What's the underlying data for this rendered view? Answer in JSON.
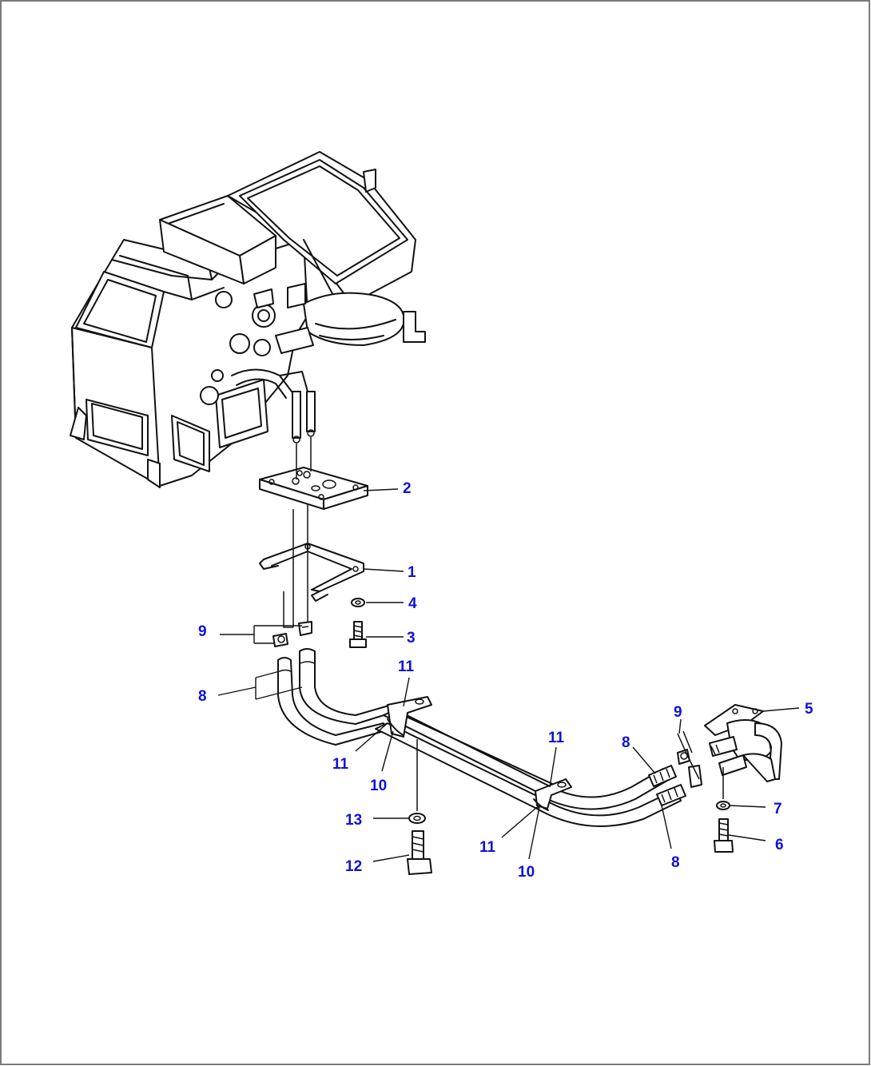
{
  "callouts": {
    "c1": "1",
    "c2": "2",
    "c3": "3",
    "c4": "4",
    "c5": "5",
    "c6": "6",
    "c7": "7",
    "c8a": "8",
    "c8b": "8",
    "c8c": "8",
    "c9a": "9",
    "c9b": "9",
    "c10a": "10",
    "c10b": "10",
    "c11a": "11",
    "c11b": "11",
    "c11c": "11",
    "c11d": "11",
    "c12": "12",
    "c13": "13"
  },
  "colors": {
    "callout": "#1010d8",
    "line": "#111111",
    "frame": "#7a7a7a"
  }
}
